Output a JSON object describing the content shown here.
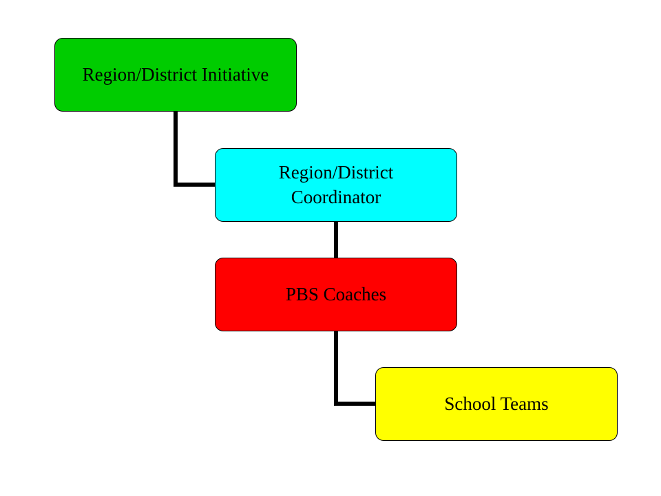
{
  "diagram": {
    "type": "hierarchy",
    "connector_color": "#000000",
    "nodes": [
      {
        "id": "region-district-initiative",
        "label": "Region/District Initiative",
        "fill": "#00cc00"
      },
      {
        "id": "region-district-coordinator",
        "label": "Region/District\nCoordinator",
        "fill": "#00ffff"
      },
      {
        "id": "pbs-coaches",
        "label": "PBS Coaches",
        "fill": "#ff0000"
      },
      {
        "id": "school-teams",
        "label": "School Teams",
        "fill": "#ffff00"
      }
    ],
    "edges": [
      {
        "from": "region-district-initiative",
        "to": "region-district-coordinator"
      },
      {
        "from": "region-district-coordinator",
        "to": "pbs-coaches"
      },
      {
        "from": "pbs-coaches",
        "to": "school-teams"
      }
    ]
  }
}
